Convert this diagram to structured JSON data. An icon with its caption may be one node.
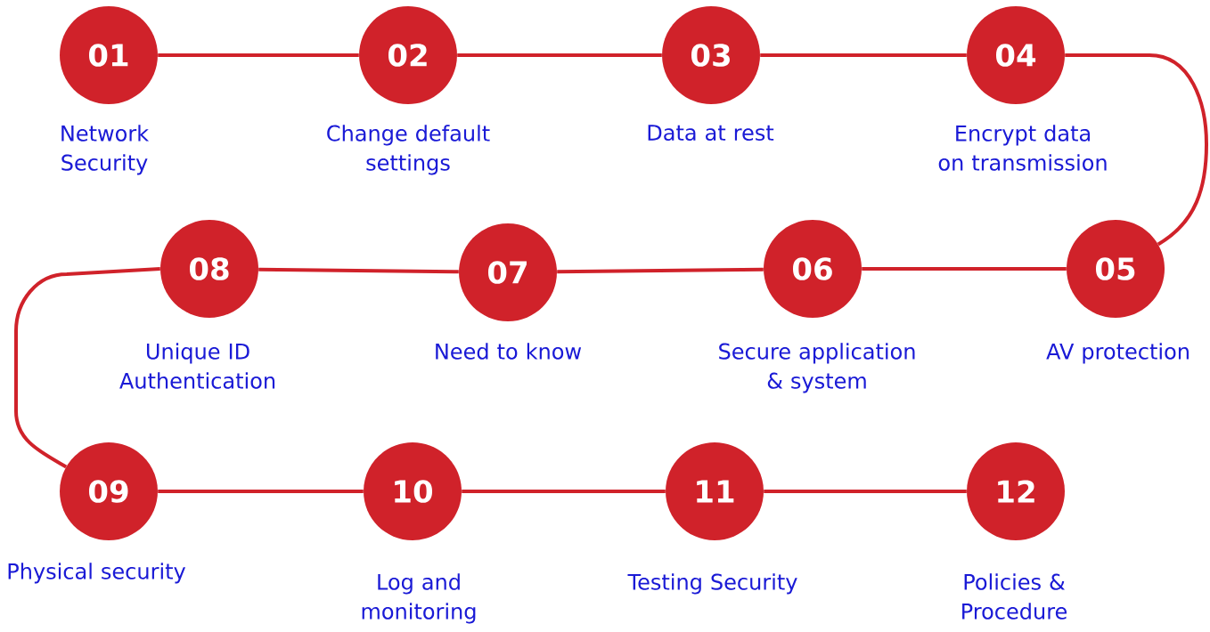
{
  "diagram": {
    "nodes": [
      {
        "text": [
          "01"
        ],
        "beside": [
          "Network Security"
        ]
      },
      {
        "text": [
          "02"
        ],
        "beside": [
          "Change default settings"
        ]
      },
      {
        "text": [
          "03"
        ],
        "beside": [
          "Data at rest"
        ]
      },
      {
        "text": [
          "04"
        ],
        "beside": [
          "Encrypt data on transmission"
        ]
      },
      {
        "text": [
          "05"
        ],
        "beside": [
          "AV protection"
        ]
      },
      {
        "text": [
          "06"
        ],
        "beside": [
          "Secure application & system"
        ]
      },
      {
        "text": [
          "07"
        ],
        "beside": [
          "Need to know"
        ]
      },
      {
        "text": [
          "08"
        ],
        "beside": [
          "Unique ID Authentication"
        ]
      },
      {
        "text": [
          "09"
        ],
        "beside": [
          "Physical security"
        ]
      },
      {
        "text": [
          "10"
        ],
        "beside": [
          "Log and monitoring"
        ]
      },
      {
        "text": [
          "11"
        ],
        "beside": [
          "Testing Security"
        ]
      },
      {
        "text": [
          "12"
        ],
        "beside": [
          "Policies & Procedure"
        ]
      }
    ],
    "edges": [
      {
        "from": 0,
        "to": 1,
        "arrow": "none"
      },
      {
        "from": 1,
        "to": 2,
        "arrow": "none"
      },
      {
        "from": 2,
        "to": 3,
        "arrow": "none"
      },
      {
        "from": 3,
        "to": 4,
        "arrow": "none"
      },
      {
        "from": 4,
        "to": 5,
        "arrow": "none"
      },
      {
        "from": 5,
        "to": 6,
        "arrow": "none"
      },
      {
        "from": 6,
        "to": 7,
        "arrow": "none"
      },
      {
        "from": 7,
        "to": 8,
        "arrow": "none"
      },
      {
        "from": 8,
        "to": 9,
        "arrow": "none"
      },
      {
        "from": 9,
        "to": 10,
        "arrow": "none"
      },
      {
        "from": 10,
        "to": 11,
        "arrow": "none"
      }
    ]
  }
}
